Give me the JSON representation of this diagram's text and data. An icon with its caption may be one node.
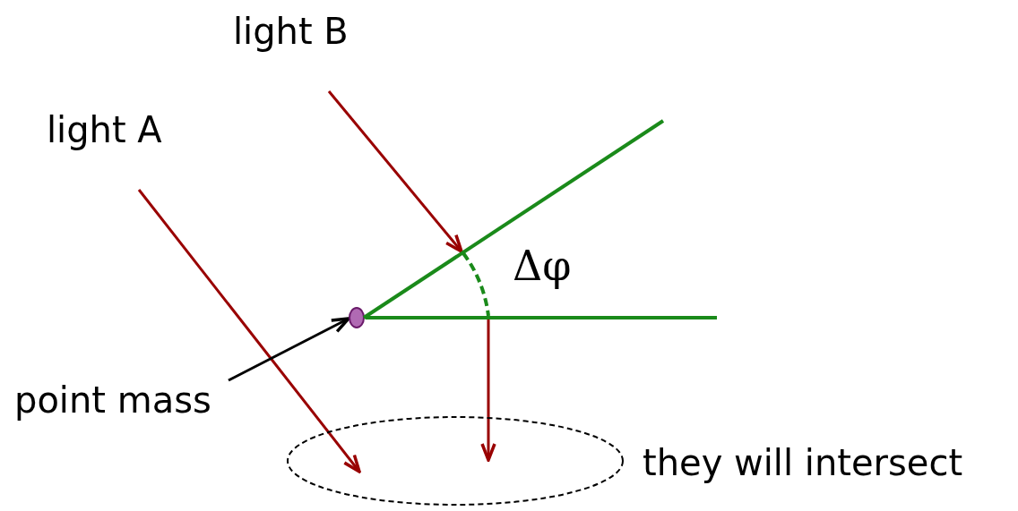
{
  "diagram": {
    "nodes": [
      {
        "text": [
          "light A"
        ]
      },
      {
        "text": [
          "light B"
        ]
      },
      {
        "text": [
          "point mass"
        ]
      },
      {
        "text": [],
        "shape": "circle"
      },
      {
        "text": [],
        "shape": "circle",
        "beside": [
          "they will intersect"
        ]
      },
      {
        "text": [],
        "shape": "bar"
      },
      {
        "text": [],
        "shape": "bar"
      }
    ],
    "edges": [
      {
        "from": 0,
        "to": 4,
        "arrow": "to"
      },
      {
        "from": 1,
        "to": 5,
        "arrow": "to"
      },
      {
        "from": 6,
        "to": 4,
        "arrow": "to"
      },
      {
        "from": 2,
        "to": 3,
        "arrow": "to",
        "color": "#000000"
      }
    ],
    "labels": [
      "Δφ"
    ]
  }
}
